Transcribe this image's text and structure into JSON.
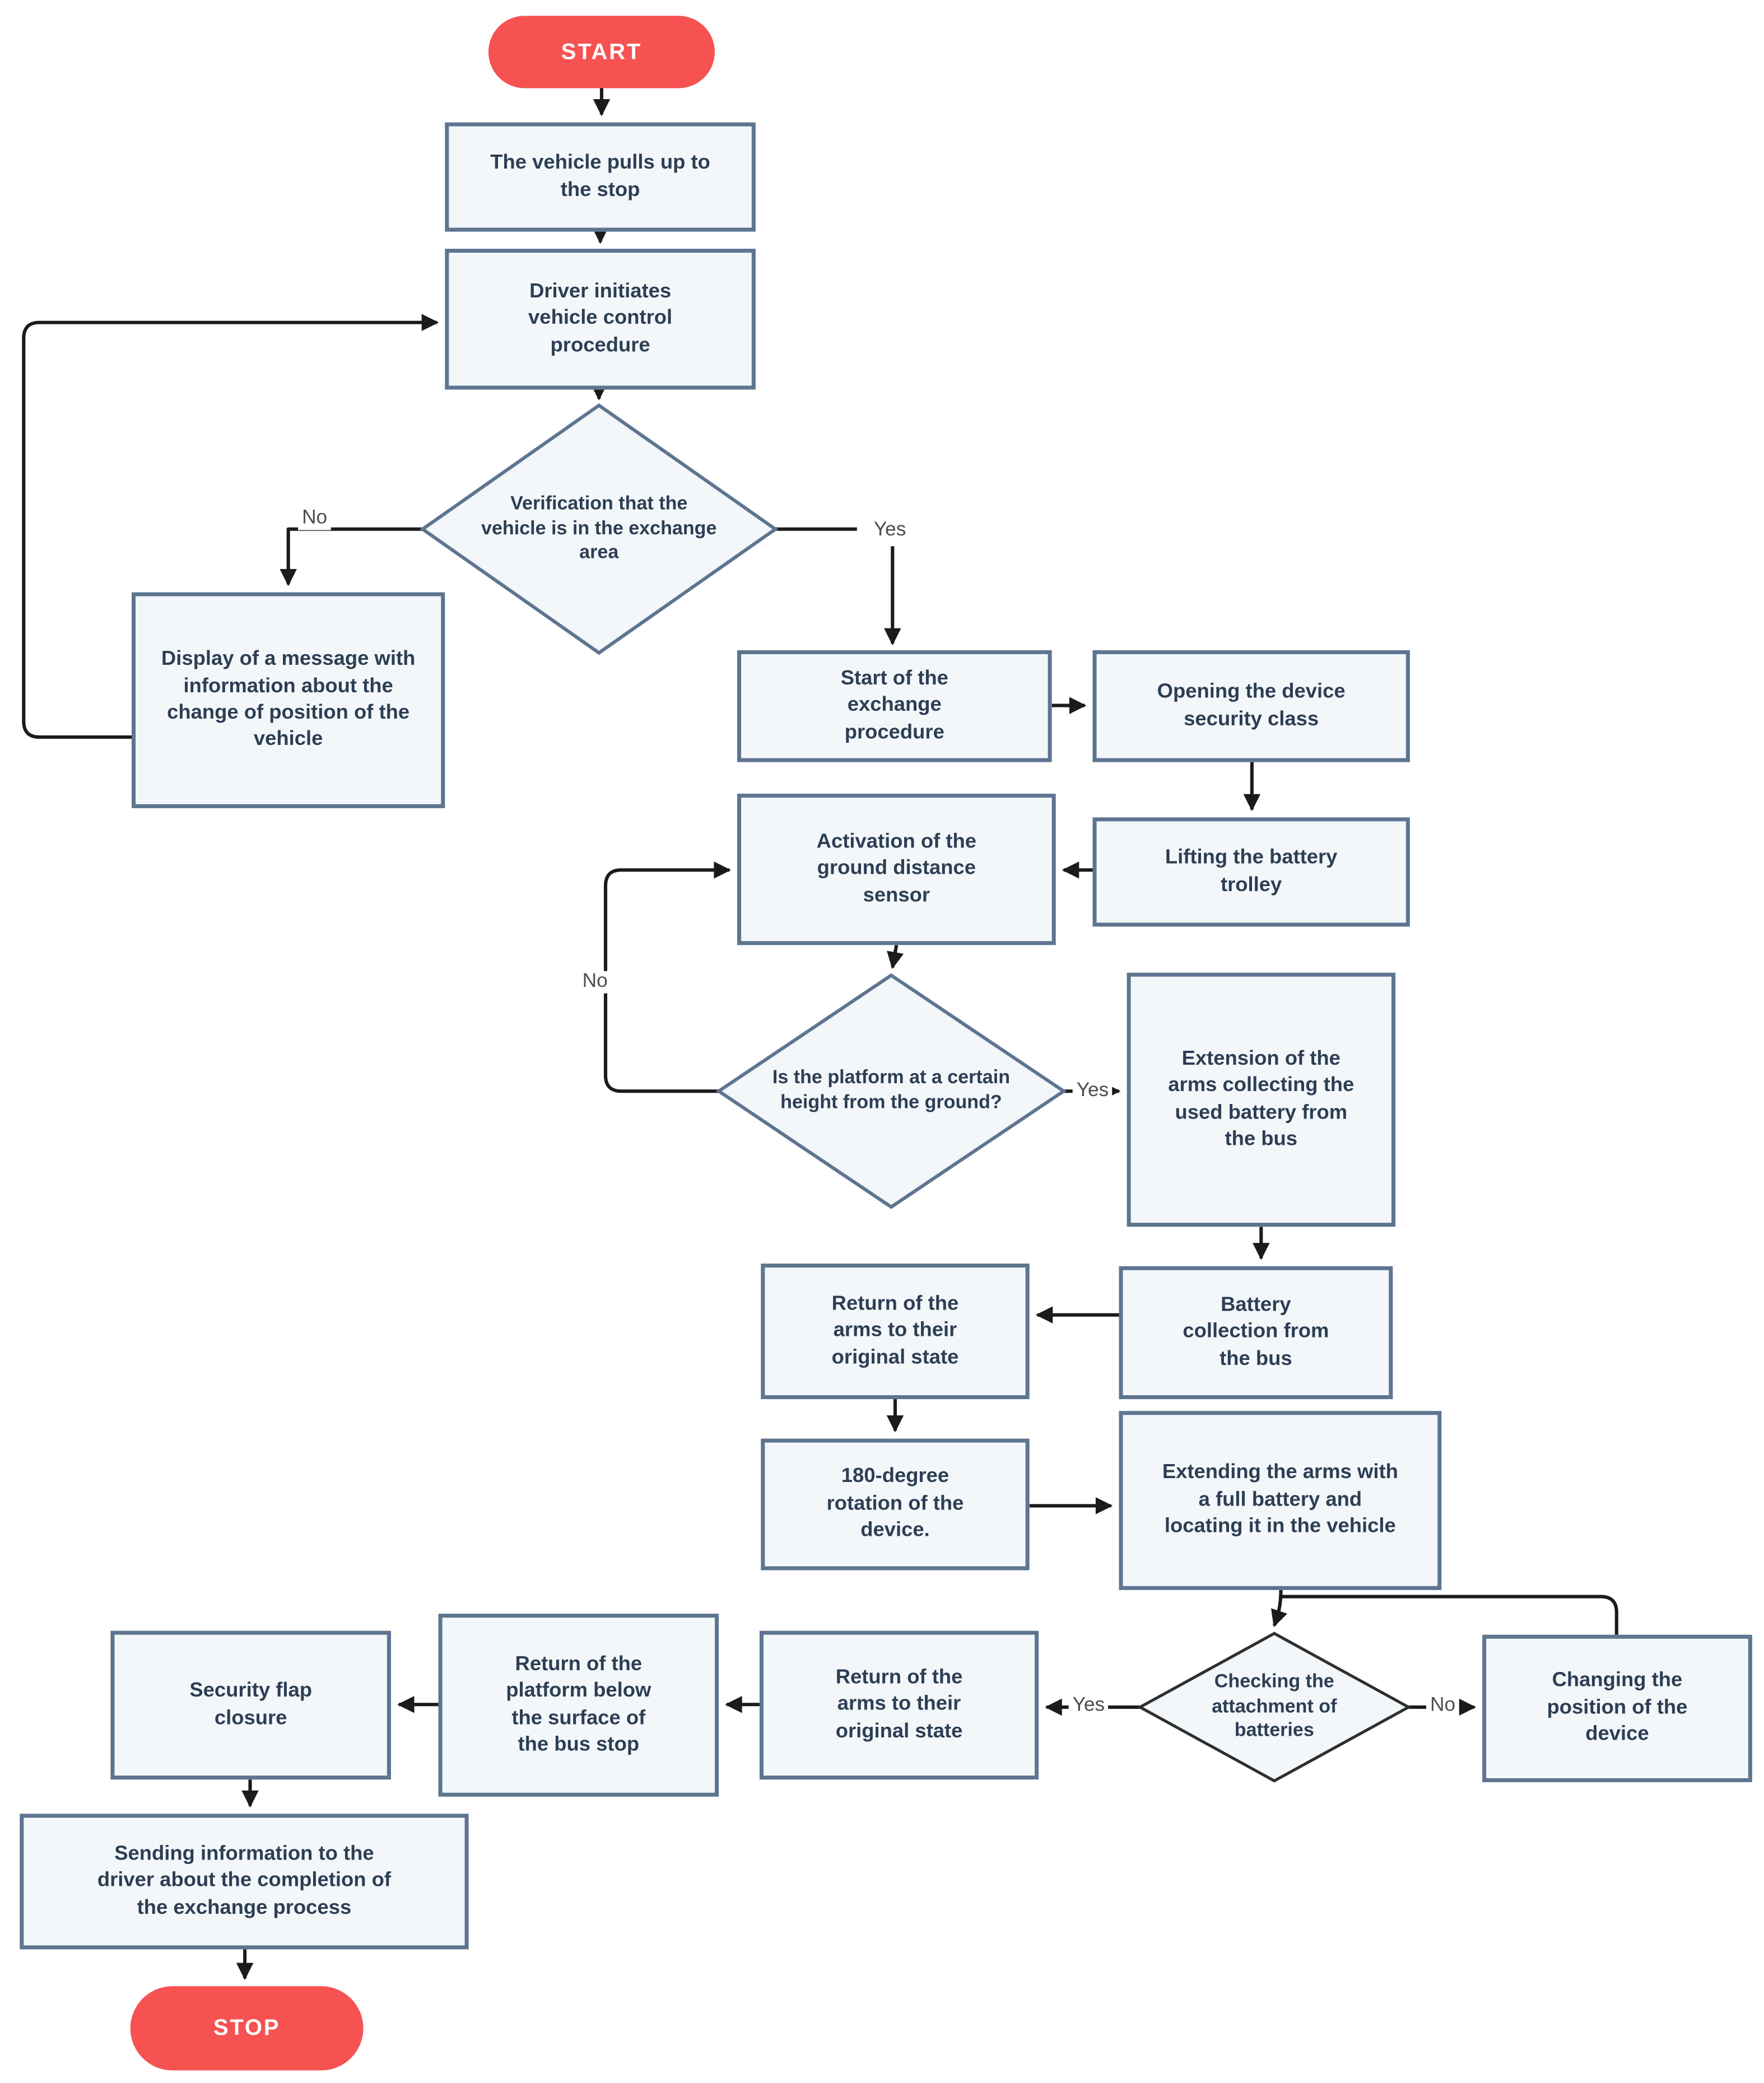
{
  "diagram": {
    "start_label": "START",
    "stop_label": "STOP",
    "nodes": {
      "vehicle_pulls": "The vehicle pulls up to the stop",
      "driver_initiates": "Driver initiates vehicle control procedure",
      "verification_diamond": "Verification that the vehicle is in the exchange area",
      "display_message": "Display of a message with information about the change of position of the vehicle",
      "start_exchange": "Start of the exchange procedure",
      "opening_device": "Opening the device security class",
      "lifting_trolley": "Lifting the battery trolley",
      "activation_sensor": "Activation of the ground distance sensor",
      "platform_diamond": "Is the platform at a certain height from the ground?",
      "extension_arms": "Extension of the arms collecting the used battery from the bus",
      "battery_collection": "Battery collection from the bus",
      "return_arms_1": "Return of the arms to their original state",
      "rotation_180": "180-degree rotation of the device.",
      "extending_full_battery": "Extending the arms with a full battery and locating it in the vehicle",
      "checking_diamond": "Checking the attachment of batteries",
      "changing_position": "Changing the position of the device",
      "return_arms_2": "Return of the arms to their original state",
      "return_platform": "Return of the platform below the surface of the bus stop",
      "security_flap": "Security flap closure",
      "sending_info": "Sending information to the driver about the completion of the exchange process"
    },
    "edge_labels": {
      "verification_yes": "Yes",
      "verification_no": "No",
      "platform_yes": "Yes",
      "platform_no": "No",
      "checking_yes": "Yes",
      "checking_no": "No"
    },
    "colors": {
      "terminator_fill": "#f65252",
      "terminator_text": "#ffffff",
      "process_fill": "#f3f7fa",
      "process_border": "#5e7590",
      "decision_border_alt": "#2f2f2f",
      "node_text": "#2d3e54",
      "arrow": "#1b1b1b",
      "edge_label_text": "#4d4d4d"
    }
  }
}
